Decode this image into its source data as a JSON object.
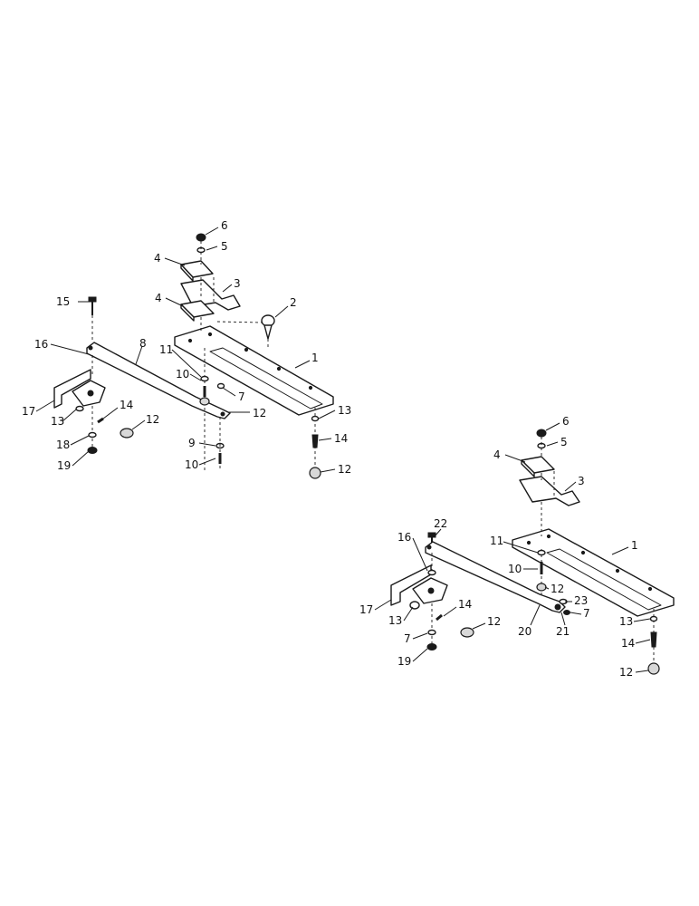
{
  "left_assembly": {
    "callouts": [
      "6",
      "5",
      "4",
      "3",
      "4",
      "2",
      "15",
      "16",
      "8",
      "11",
      "1",
      "10",
      "7",
      "17",
      "13",
      "14",
      "12",
      "12",
      "13",
      "18",
      "19",
      "9",
      "14",
      "10",
      "12"
    ]
  },
  "right_assembly": {
    "callouts": [
      "6",
      "5",
      "4",
      "3",
      "22",
      "16",
      "11",
      "1",
      "10",
      "12",
      "17",
      "14",
      "13",
      "12",
      "23",
      "7",
      "21",
      "20",
      "13",
      "7",
      "19",
      "14",
      "12"
    ]
  }
}
